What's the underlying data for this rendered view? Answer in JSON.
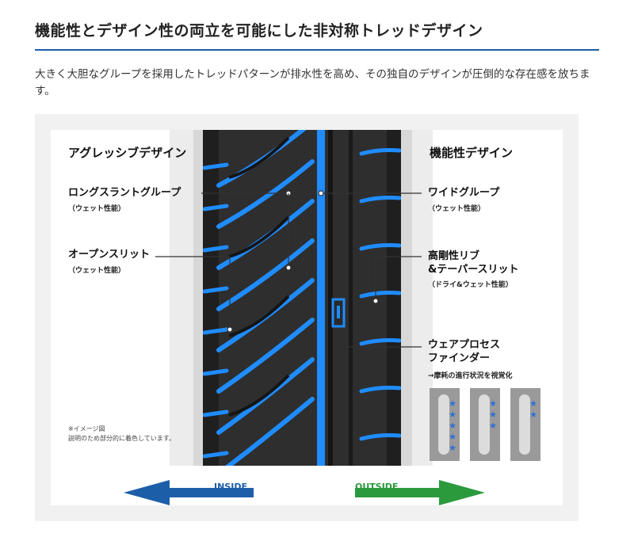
{
  "title": "機能性とデザイン性の両立を可能にした非対称トレッドデザイン",
  "description": "大きく大胆なグループを採用したトレッドパターンが排水性を高め、その独自のデザインが圧倒的な存在感を放ちます。",
  "colors": {
    "accent_blue": "#1d5ea8",
    "groove_blue": "#1f8cff",
    "inside_blue": "#1d5ea8",
    "outside_green": "#2a9a3c"
  },
  "left_heading": "アグレッシブデザイン",
  "right_heading": "機能性デザイン",
  "callouts": {
    "long_slant": {
      "label": "ロングスラントグループ",
      "sub": "（ウェット性能）"
    },
    "open_slit": {
      "label": "オープンスリット",
      "sub": "（ウェット性能）"
    },
    "wide_groove": {
      "label": "ワイドグループ",
      "sub": "（ウェット性能）"
    },
    "rigid_rib": {
      "label_1": "高剛性リブ",
      "label_2": "&テーパースリット",
      "sub": "（ドライ&ウェット性能）"
    },
    "wear_finder": {
      "label_1": "ウェアプロセス",
      "label_2": "ファインダー",
      "sub": "→摩耗の進行状況を視覚化"
    }
  },
  "wear_indicator": {
    "star_counts": [
      5,
      3,
      2
    ],
    "star_icon": "star-icon"
  },
  "image_note": {
    "line_1": "※イメージ図",
    "line_2": "説明のため部分的に着色しています。"
  },
  "direction": {
    "inside": "INSIDE",
    "outside": "OUTSIDE"
  }
}
